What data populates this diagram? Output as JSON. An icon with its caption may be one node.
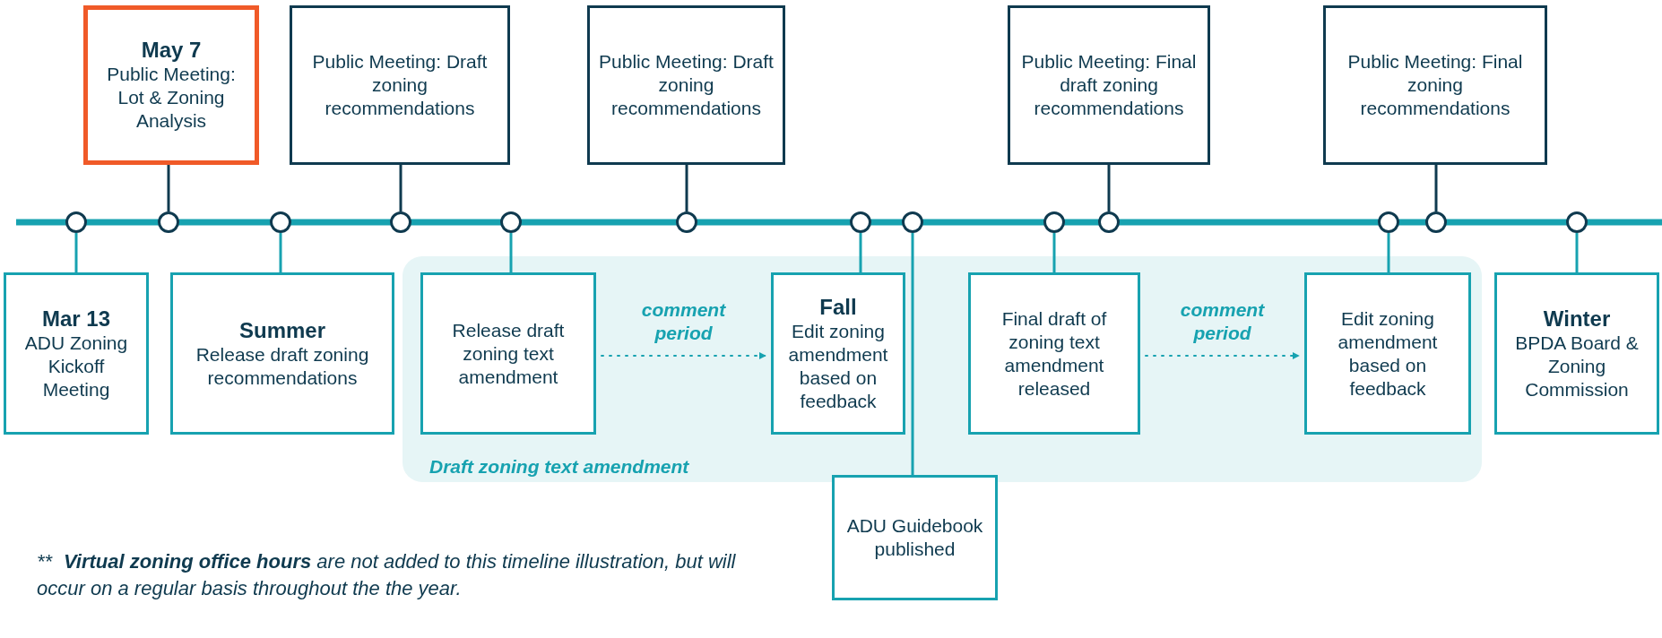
{
  "diagram": {
    "nodes": [
      {
        "text": [
          "May 7",
          "Public Meeting: Lot & Zoning Analysis"
        ]
      },
      {
        "text": [
          "Public Meeting: Draft zoning recommendations"
        ]
      },
      {
        "text": [
          "Public Meeting: Draft zoning recommendations"
        ]
      },
      {
        "text": [
          "Public Meeting: Final draft zoning recommendations"
        ]
      },
      {
        "text": [
          "Public Meeting: Final zoning recommendations"
        ]
      },
      {
        "text": [],
        "shape": "circle"
      },
      {
        "text": [],
        "shape": "circle"
      },
      {
        "text": [],
        "shape": "circle"
      },
      {
        "text": [],
        "shape": "circle"
      },
      {
        "text": [],
        "shape": "circle"
      },
      {
        "text": [],
        "shape": "circle"
      },
      {
        "text": [],
        "shape": "circle"
      },
      {
        "text": [],
        "shape": "circle"
      },
      {
        "text": [],
        "shape": "circle"
      },
      {
        "text": [],
        "shape": "circle"
      },
      {
        "text": [],
        "shape": "circle"
      },
      {
        "text": [],
        "shape": "circle"
      },
      {
        "text": [],
        "shape": "circle"
      },
      {
        "text": [
          "Mar 13",
          "ADU Zoning Kickoff Meeting"
        ]
      },
      {
        "text": [
          "Summer",
          "Release draft zoning recommendations"
        ]
      },
      {
        "text": [
          "Draft zoning text amendment"
        ]
      },
      {
        "text": [
          "Release draft zoning text amendment"
        ],
        "in": 20
      },
      {
        "text": [
          "Fall",
          "Edit zoning amendment based on feedback"
        ],
        "in": 20
      },
      {
        "text": [
          "Final draft of zoning text amendment released"
        ],
        "in": 20
      },
      {
        "text": [
          "Edit zoning amendment based on feedback"
        ],
        "in": 20
      },
      {
        "text": [
          "Winter",
          "BPDA Board & Zoning Commission"
        ]
      },
      {
        "text": [
          "ADU Guidebook published"
        ]
      }
    ],
    "edges": [
      {
        "from": 6,
        "to": 0,
        "arrow": "none",
        "color": "#0f3a4f"
      },
      {
        "from": 8,
        "to": 1,
        "arrow": "none",
        "color": "#0f3a4f"
      },
      {
        "from": 10,
        "to": 2,
        "arrow": "none",
        "color": "#0f3a4f"
      },
      {
        "from": 14,
        "to": 3,
        "arrow": "none",
        "color": "#0f3a4f"
      },
      {
        "from": 16,
        "to": 4,
        "arrow": "none",
        "color": "#0f3a4f"
      },
      {
        "from": 5,
        "to": 18,
        "arrow": "none"
      },
      {
        "from": 7,
        "to": 19,
        "arrow": "none"
      },
      {
        "from": 9,
        "to": 21,
        "arrow": "none"
      },
      {
        "from": 11,
        "to": 22,
        "arrow": "none"
      },
      {
        "from": 12,
        "to": 26,
        "arrow": "none"
      },
      {
        "from": 13,
        "to": 23,
        "arrow": "none"
      },
      {
        "from": 15,
        "to": 24,
        "arrow": "none"
      },
      {
        "from": 17,
        "to": 25,
        "arrow": "none"
      },
      {
        "from": 21,
        "to": 22,
        "arrow": "to",
        "style": "dashed",
        "label": "comment period"
      },
      {
        "from": 23,
        "to": 24,
        "arrow": "to",
        "style": "dashed",
        "label": "comment period"
      }
    ],
    "labels": [
      "**",
      "**Virtual zoning office hours** are not added to this timeline illustration, but will occur on a regular basis throughout the the year."
    ]
  }
}
